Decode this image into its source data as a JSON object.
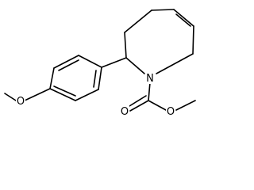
{
  "molecule": {
    "atoms": {
      "ether_oxygen": "O",
      "ring_nitrogen": "N",
      "carbonyl_oxygen": "O",
      "ester_oxygen": "O"
    },
    "colors": {
      "bond": "#000000",
      "label": "#000000",
      "background": "#ffffff"
    }
  }
}
